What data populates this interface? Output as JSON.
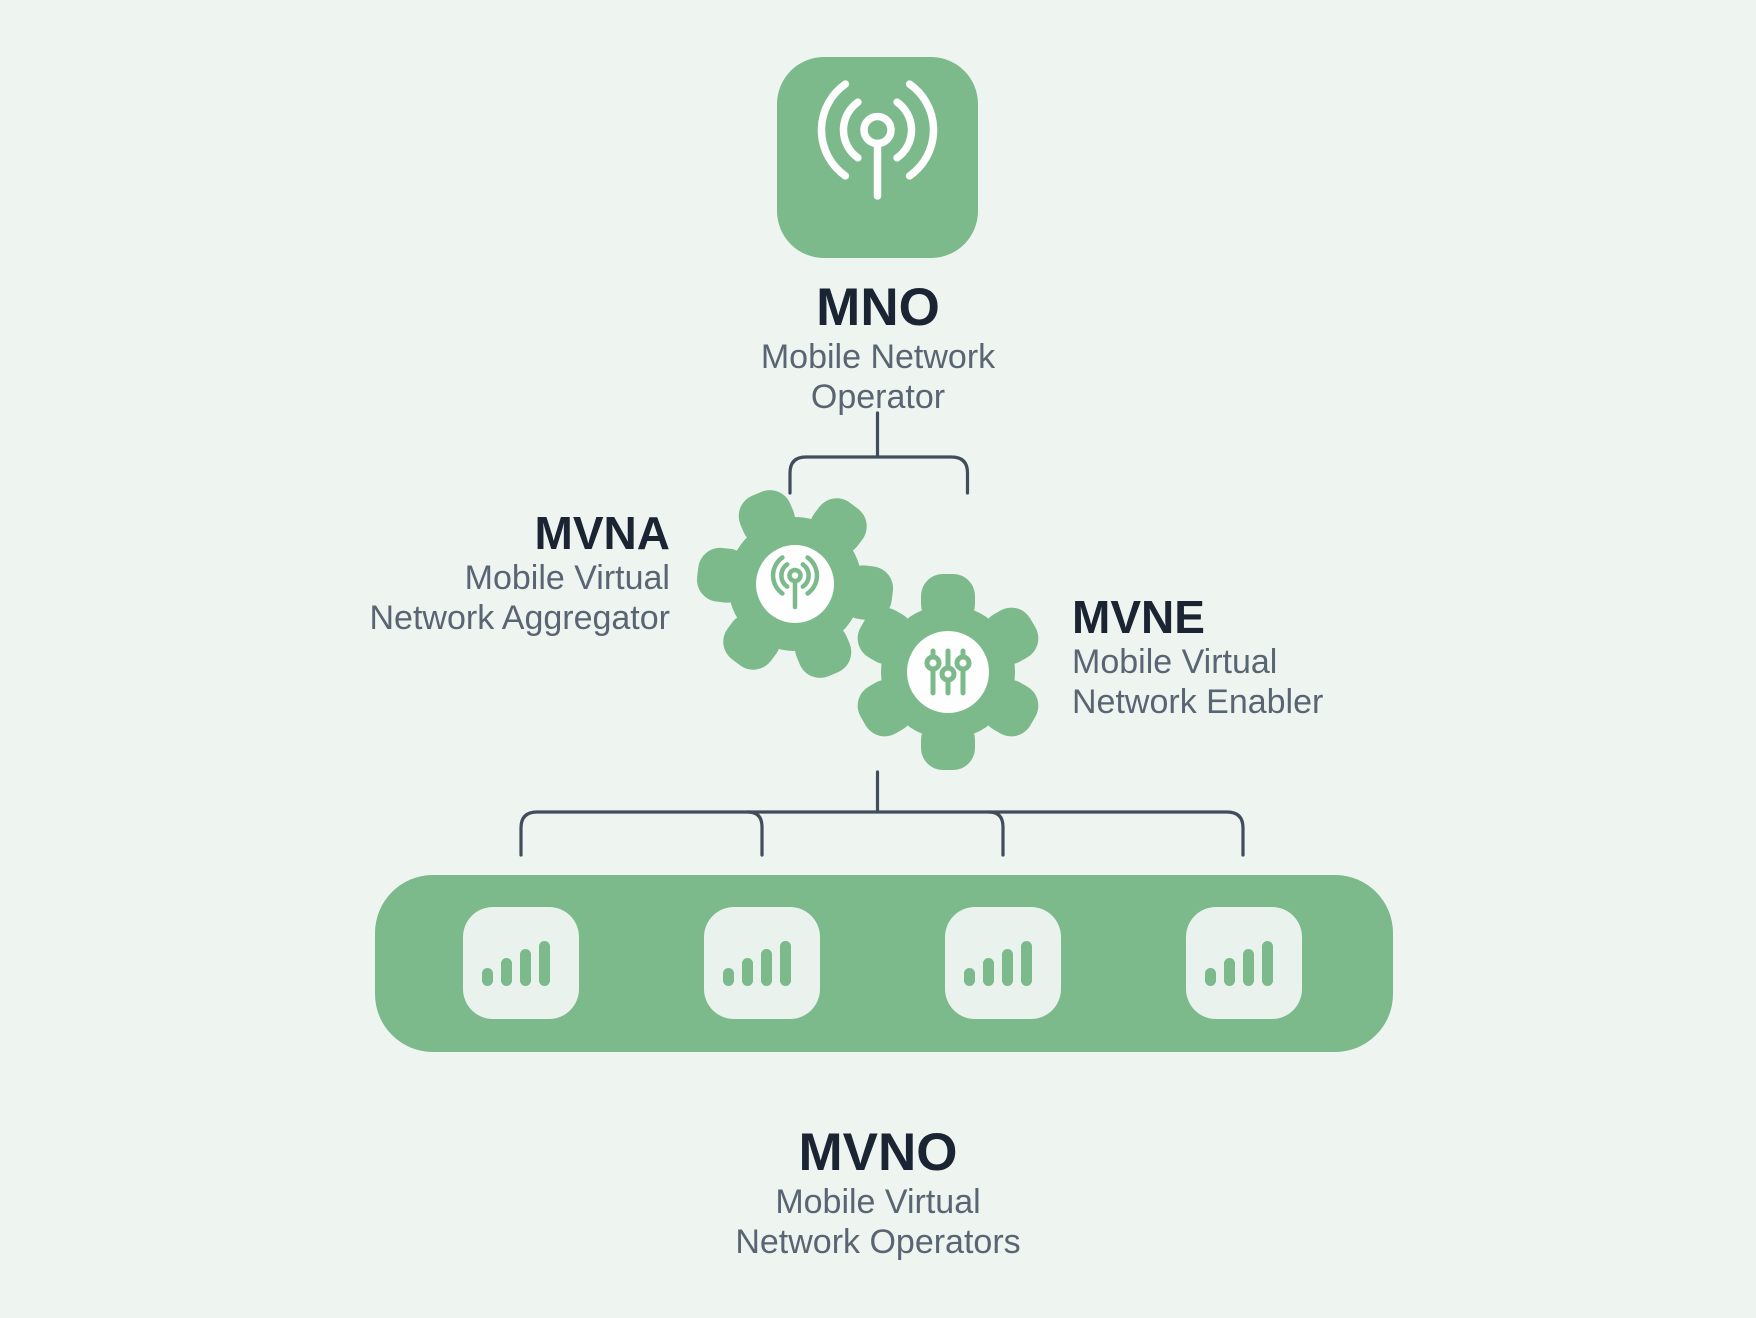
{
  "palette": {
    "background": "#eef5f0",
    "accent_green": "#7cb98b",
    "tile_light": "#e9f2ec",
    "icon_white": "#fdfefd",
    "title_text": "#1b2433",
    "subtitle_text": "#5a6573",
    "connector_line": "#414c5c"
  },
  "nodes": {
    "mno": {
      "abbr": "MNO",
      "line1": "Mobile Network",
      "line2": "Operator",
      "icon": "broadcast-antenna-icon"
    },
    "mvna": {
      "abbr": "MVNA",
      "line1": "Mobile Virtual",
      "line2": "Network Aggregator",
      "icon": "gear-with-antenna-icon"
    },
    "mvne": {
      "abbr": "MVNE",
      "line1": "Mobile Virtual",
      "line2": "Network Enabler",
      "icon": "gear-with-sliders-icon"
    },
    "mvno": {
      "abbr": "MVNO",
      "line1": "Mobile Virtual",
      "line2": "Network Operators",
      "icon": "signal-bars-icon",
      "operator_tile_count": 4
    }
  }
}
